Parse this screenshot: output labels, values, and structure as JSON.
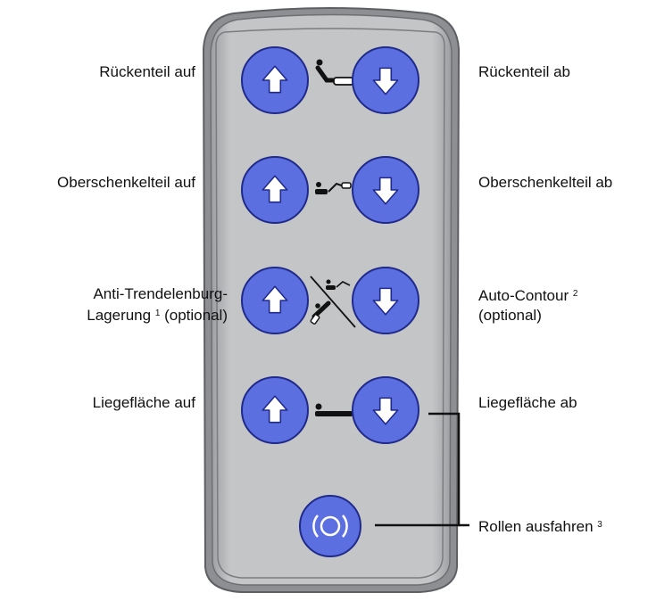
{
  "colors": {
    "remote_body": "#b9babc",
    "remote_frame": "#707275",
    "button_fill": "#5b6fe0",
    "button_stroke": "#1f2a8a",
    "icon_dark": "#111111"
  },
  "labels": {
    "backrest_up": "Rückenteil auf",
    "backrest_down": "Rückenteil ab",
    "thigh_up": "Oberschenkelteil auf",
    "thigh_down": "Oberschenkelteil ab",
    "anti_trendelenburg_line1": "Anti-Trendelenburg-",
    "anti_trendelenburg_line2": "Lagerung",
    "anti_trendelenburg_sup": "1",
    "anti_trendelenburg_optional": " (optional)",
    "auto_contour": "Auto-Contour",
    "auto_contour_sup": "2",
    "auto_contour_optional": "(optional)",
    "lying_surface_up": "Liegefläche  auf",
    "lying_surface_down": "Liegefläche ab",
    "castors": "Rollen ausfahren",
    "castors_sup": "3"
  },
  "icons": {
    "up": "arrow-up-icon",
    "down": "arrow-down-icon",
    "backrest": "backrest-icon",
    "thigh": "thigh-section-icon",
    "tilt": "tilt-auto-contour-icon",
    "bed_height": "bed-height-icon",
    "castors": "castors-icon"
  }
}
